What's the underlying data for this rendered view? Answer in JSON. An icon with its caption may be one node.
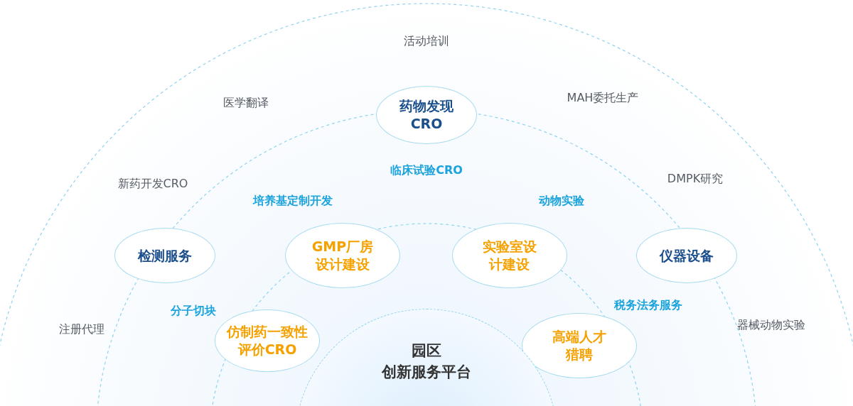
{
  "diagram": {
    "nodes": [
      {
        "text": [
          "药物发现CRO"
        ]
      },
      {
        "text": [
          "检测服务"
        ]
      },
      {
        "text": [
          "GMP厂房设计建设"
        ]
      },
      {
        "text": [
          "实验室设计建设"
        ]
      },
      {
        "text": [
          "仪器设备"
        ]
      },
      {
        "text": [
          "仿制药一致性评价CRO"
        ]
      },
      {
        "text": [
          "高端人才猎聘"
        ]
      },
      {
        "text": [
          "园区",
          "创新服务平台"
        ]
      }
    ],
    "labels": [
      "活动培训",
      "医学翻译",
      "MAH委托生产",
      "临床试验CRO",
      "新药开发CRO",
      "DMPK研究",
      "培养基定制开发",
      "动物实验",
      "分子切块",
      "税务法务服务",
      "注册代理",
      "器械动物实验"
    ]
  }
}
